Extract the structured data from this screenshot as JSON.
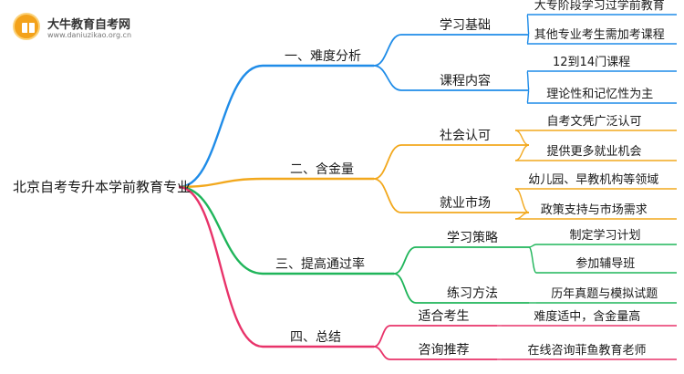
{
  "brand": {
    "name": "大牛教育自考网",
    "url": "www.daniuzikao.org.cn"
  },
  "root": {
    "label": "北京自考专升本学前教育专业"
  },
  "branches": [
    {
      "label": "一、难度分析",
      "color": "#1f8ce8",
      "children": [
        {
          "label": "学习基础",
          "leaves": [
            "大专阶段学习过学前教育",
            "其他专业考生需加考课程"
          ]
        },
        {
          "label": "课程内容",
          "leaves": [
            "12到14门课程",
            "理论性和记忆性为主"
          ]
        }
      ]
    },
    {
      "label": "二、含金量",
      "color": "#f2a81d",
      "children": [
        {
          "label": "社会认可",
          "leaves": [
            "自考文凭广泛认可",
            "提供更多就业机会"
          ]
        },
        {
          "label": "就业市场",
          "leaves": [
            "幼儿园、早教机构等领域",
            "政策支持与市场需求"
          ]
        }
      ]
    },
    {
      "label": "三、提高通过率",
      "color": "#1fb55a",
      "children": [
        {
          "label": "学习策略",
          "leaves": [
            "制定学习计划",
            "参加辅导班"
          ]
        },
        {
          "label": "练习方法",
          "leaves": [
            "历年真题与模拟试题"
          ]
        }
      ]
    },
    {
      "label": "四、总结",
      "color": "#e8336a",
      "children": [
        {
          "label": "适合考生",
          "leaves": [
            "难度适中，含金量高"
          ]
        },
        {
          "label": "咨询推荐",
          "leaves": [
            "在线咨询菲鱼教育老师"
          ]
        }
      ]
    }
  ]
}
